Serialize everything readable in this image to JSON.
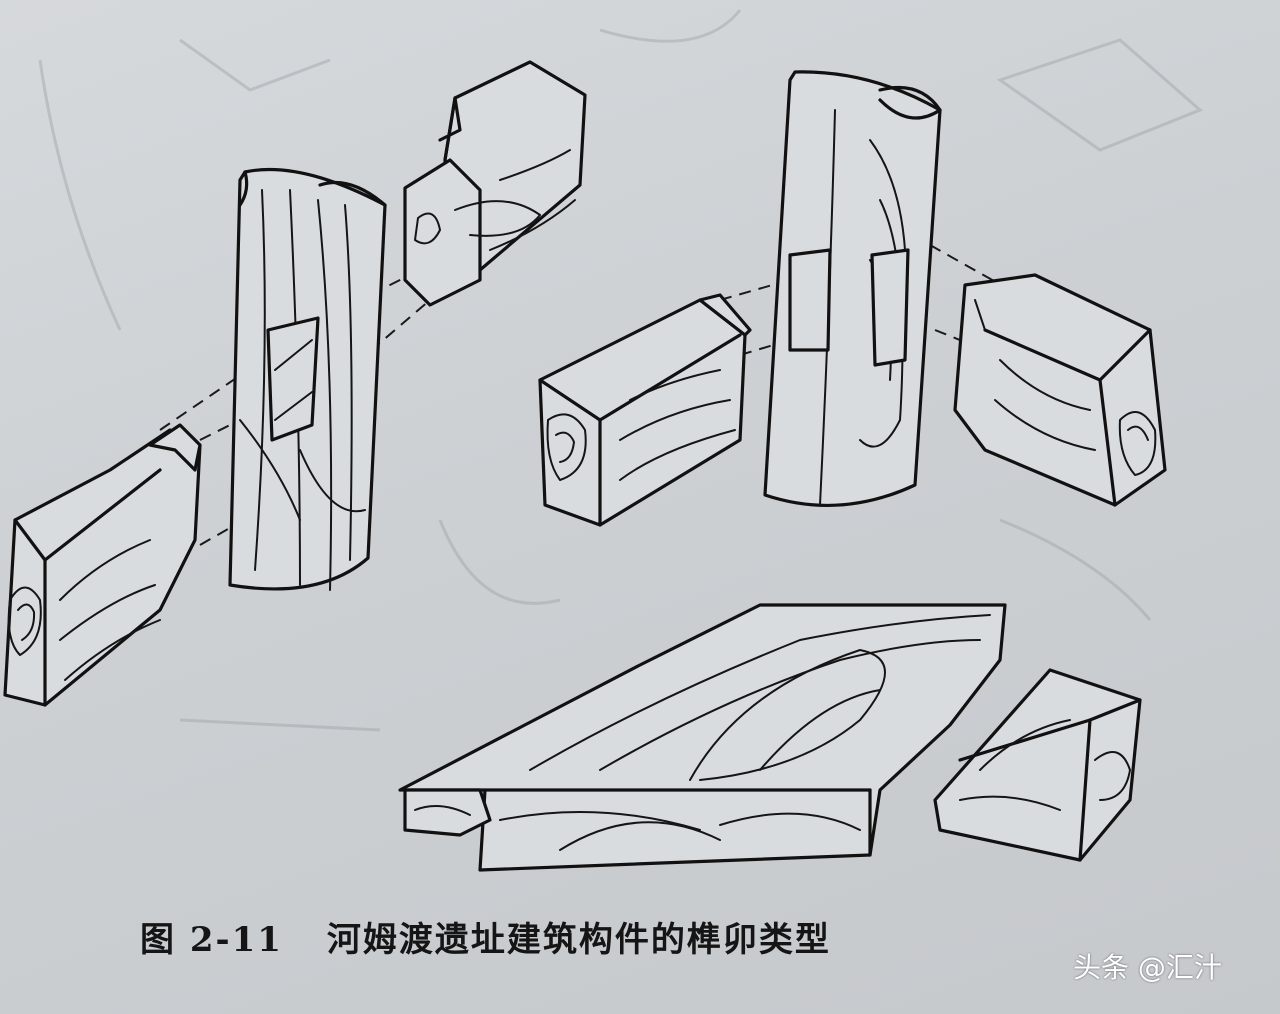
{
  "figure": {
    "number": "图 2-11",
    "title": "河姆渡遗址建筑构件的榫卯类型"
  },
  "watermark": "头条 @汇汁",
  "illustration": {
    "style": "black ink line drawing",
    "subjects": [
      "column with tenon and mortise (left)",
      "column with through tenons (right)",
      "tongue-and-groove planks (bottom)"
    ]
  },
  "colors": {
    "paper": "#d0d3d6",
    "ink": "#111111",
    "watermark_text": "#ffffff"
  }
}
